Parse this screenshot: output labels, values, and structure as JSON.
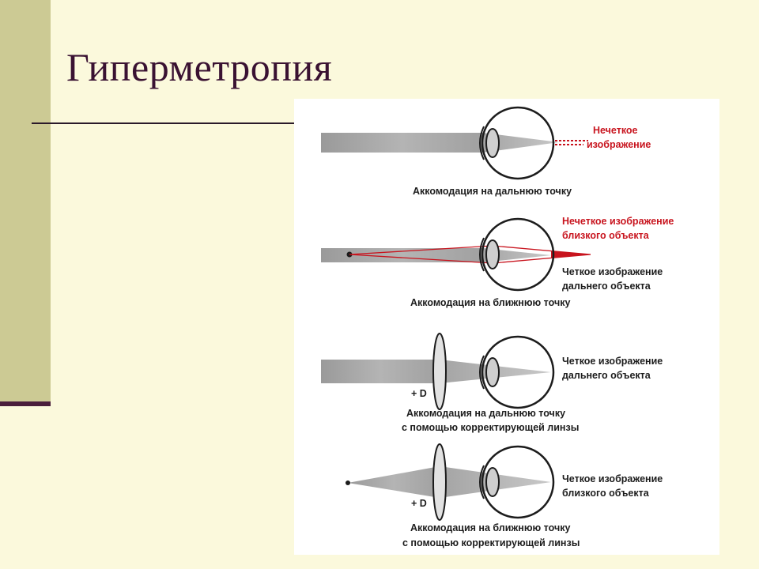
{
  "slide": {
    "title": "Гиперметропия"
  },
  "colors": {
    "background": "#FBF9DC",
    "side_bar": "#CCCA94",
    "title_text": "#3A1232",
    "label_red": "#C8141E",
    "label_dark": "#1C1C1C",
    "beam_gray": "#A8A8A8"
  },
  "panels": [
    {
      "labels_right": [
        {
          "text": "Нечеткое",
          "color": "red"
        },
        {
          "text": "изображение",
          "color": "red"
        }
      ],
      "caption": [
        "Аккомодация на дальнюю точку"
      ]
    },
    {
      "labels_right": [
        {
          "text": "Нечеткое изображение",
          "color": "red"
        },
        {
          "text": "близкого объекта",
          "color": "red"
        },
        {
          "text": "Четкое изображение",
          "color": "dark"
        },
        {
          "text": "дальнего объекта",
          "color": "dark"
        }
      ],
      "caption": [
        "Аккомодация на ближнюю точку"
      ]
    },
    {
      "lens_label": "+ D",
      "labels_right": [
        {
          "text": "Четкое изображение",
          "color": "dark"
        },
        {
          "text": "дальнего объекта",
          "color": "dark"
        }
      ],
      "caption": [
        "Аккомодация на дальнюю точку",
        "с помощью  корректирующей линзы"
      ]
    },
    {
      "lens_label": "+ D",
      "labels_right": [
        {
          "text": "Четкое изображение",
          "color": "dark"
        },
        {
          "text": "близкого объекта",
          "color": "dark"
        }
      ],
      "caption": [
        "Аккомодация на ближнюю точку",
        "с помощью корректирующей линзы"
      ]
    }
  ]
}
